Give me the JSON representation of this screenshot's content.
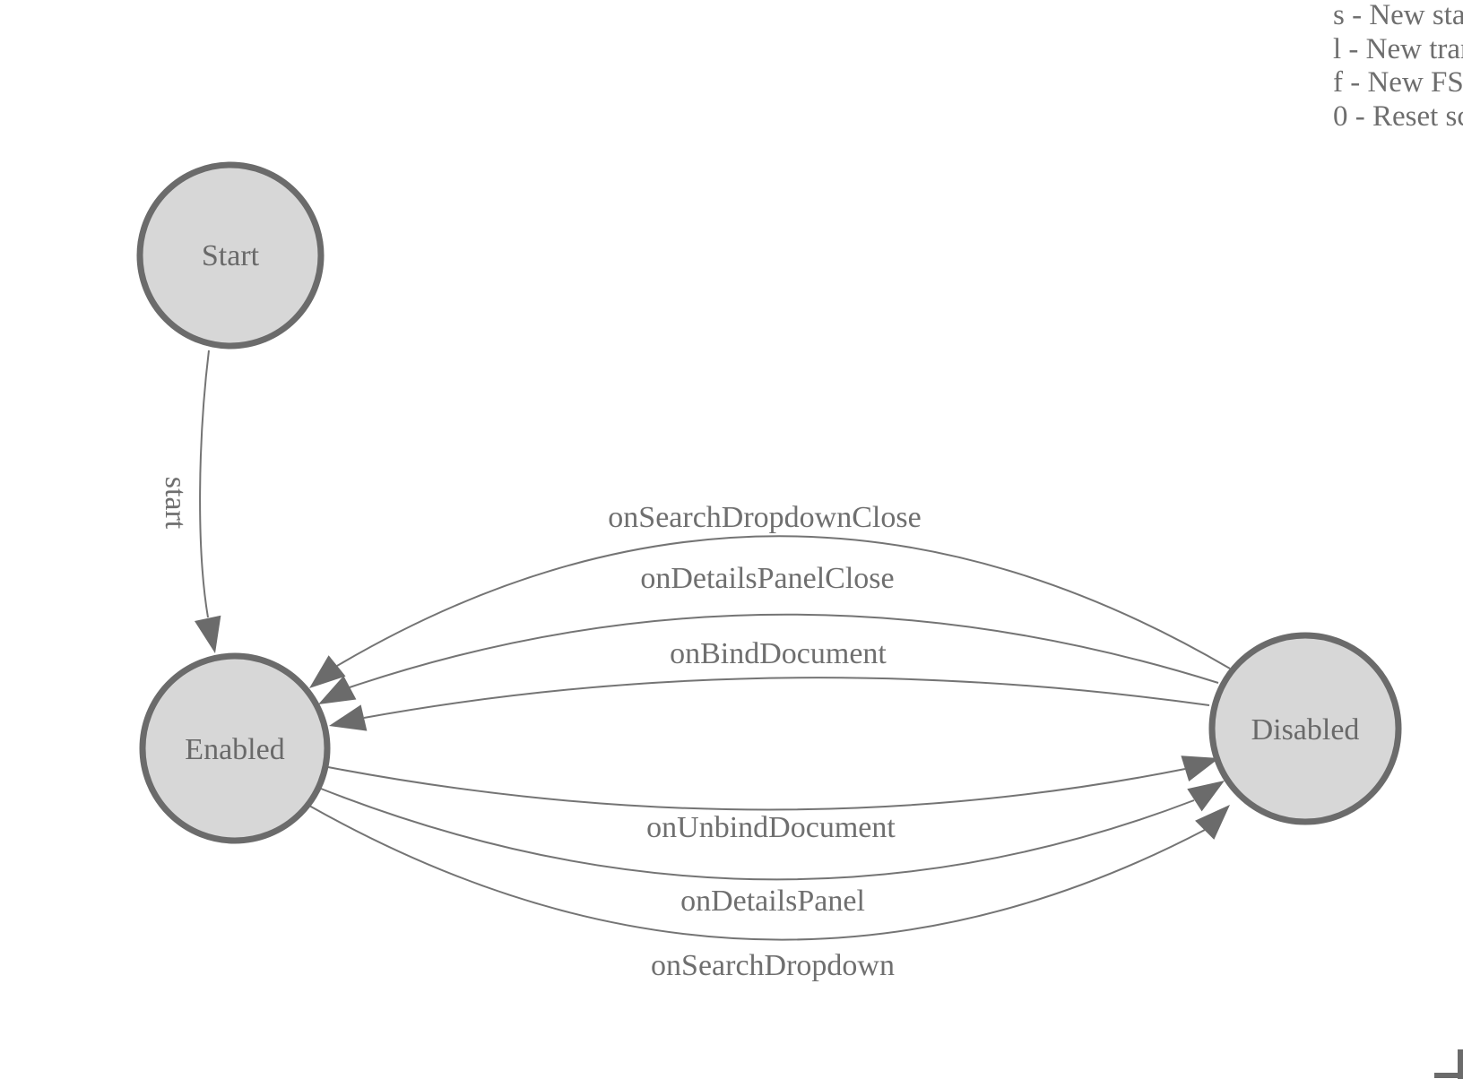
{
  "legend": {
    "lines": [
      "s - New sta",
      "l - New tran",
      "f - New FS",
      "0 - Reset sc"
    ]
  },
  "diagram": {
    "states": [
      {
        "label": "Start"
      },
      {
        "label": "Enabled"
      },
      {
        "label": "Disabled"
      }
    ],
    "transitions": [
      {
        "label": "start",
        "from": "Start",
        "to": "Enabled"
      },
      {
        "label": "onSearchDropdownClose",
        "from": "Disabled",
        "to": "Enabled"
      },
      {
        "label": "onDetailsPanelClose",
        "from": "Disabled",
        "to": "Enabled"
      },
      {
        "label": "onBindDocument",
        "from": "Disabled",
        "to": "Enabled"
      },
      {
        "label": "onUnbindDocument",
        "from": "Enabled",
        "to": "Disabled"
      },
      {
        "label": "onDetailsPanel",
        "from": "Enabled",
        "to": "Disabled"
      },
      {
        "label": "onSearchDropdown",
        "from": "Enabled",
        "to": "Disabled"
      }
    ],
    "colors": {
      "node_fill": "#d7d7d7",
      "node_stroke": "#6b6b6b",
      "edge_stroke": "#747474",
      "arrow_fill": "#6b6b6b",
      "label_text": "#6f6f6f"
    }
  }
}
